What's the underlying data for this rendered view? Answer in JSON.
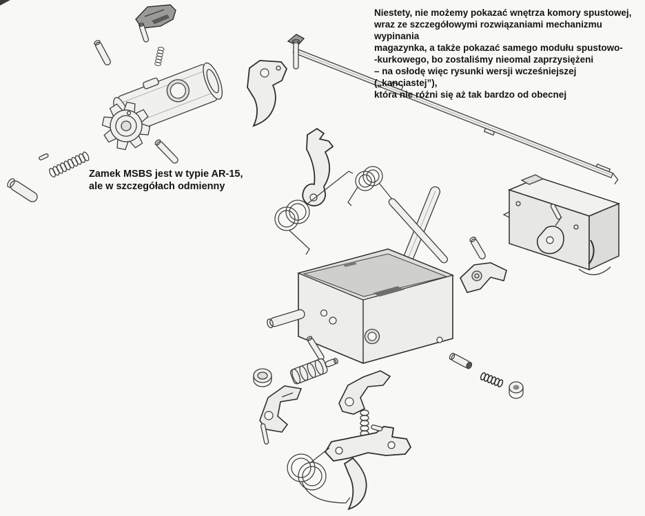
{
  "colors": {
    "background": "#f8f8f6",
    "ink": "#141414",
    "line": "#3d3d3b"
  },
  "note": {
    "lines": [
      "Niestety, nie możemy pokazać wnętrza komory spustowej,",
      "wraz ze szczegółowymi rozwiązaniami mechanizmu wypinania",
      "magazynka, a także pokazać samego modułu spustowo-",
      "-kurkowego, bo zostaliśmy nieomal zaprzysiężeni",
      "– na osłodę więc rysunki wersji wcześniejszej („kanciastej”),",
      "która nie różni się aż tak bardzo od obecnej"
    ]
  },
  "caption": {
    "lines": [
      "Zamek MSBS jest w typie AR-15,",
      "ale w szczegółach odmienny"
    ]
  }
}
